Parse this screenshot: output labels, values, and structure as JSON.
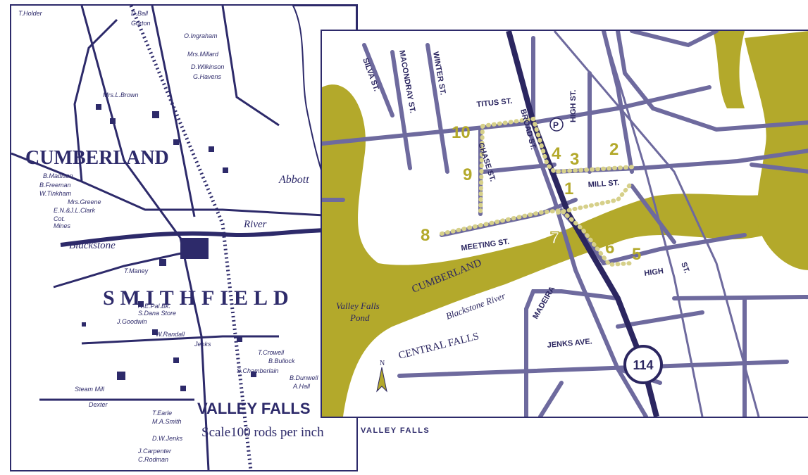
{
  "colors": {
    "ink": "#2d2a6a",
    "road": "#6e6a9e",
    "highway": "#2b2660",
    "water": "#b3a92b",
    "stop_marker": "#b3a92b"
  },
  "old_map": {
    "town_labels": [
      "CUMBERLAND",
      "SMITHFIELD"
    ],
    "places": [
      "Blackstone",
      "River",
      "Abbott",
      "VALLEY FALLS"
    ],
    "scale_text": "Scale100 rods per inch",
    "owner_names": [
      "T.Holder",
      "D.Ball",
      "Gorton",
      "O.Ingraham",
      "Mrs.Millard",
      "D.Wilkinson",
      "G.Havens",
      "Mrs.L.Brown",
      "B.Madison",
      "B.Freeman",
      "W.Tinkham",
      "Mrs.Greene",
      "E.N.&J.L.Clark",
      "Cot.",
      "Mines",
      "T.Maney",
      "N.E.Pal.Bk.",
      "S.Dana Store",
      "J.Goodwin",
      "W.Randall",
      "Jenks",
      "T.Crowell",
      "B.Bullock",
      "S.Chamberlain",
      "B.Dunwell",
      "A.Hall",
      "Steam Mill",
      "Dexter",
      "T.Earle",
      "M.A.Smith",
      "D.W.Jenks",
      "J.Carpenter",
      "C.Rodman"
    ]
  },
  "modern_map": {
    "streets": [
      "SILVA ST.",
      "MACONDRAY ST.",
      "WINTER ST.",
      "TITUS ST.",
      "BROAD ST.",
      "HIGH ST.",
      "CHASE ST.",
      "MILL ST.",
      "MEETING ST.",
      "HIGH",
      "ST.",
      "MADEIRA",
      "JENKS AVE."
    ],
    "places": [
      "CUMBERLAND",
      "CENTRAL FALLS",
      "Valley Falls",
      "Pond",
      "Blackstone River"
    ],
    "parking_symbol": "P",
    "route_shield": "114",
    "north_label": "N",
    "stops": [
      "1",
      "2",
      "3",
      "4",
      "5",
      "6",
      "7",
      "8",
      "9",
      "10"
    ]
  },
  "caption": "VALLEY FALLS"
}
